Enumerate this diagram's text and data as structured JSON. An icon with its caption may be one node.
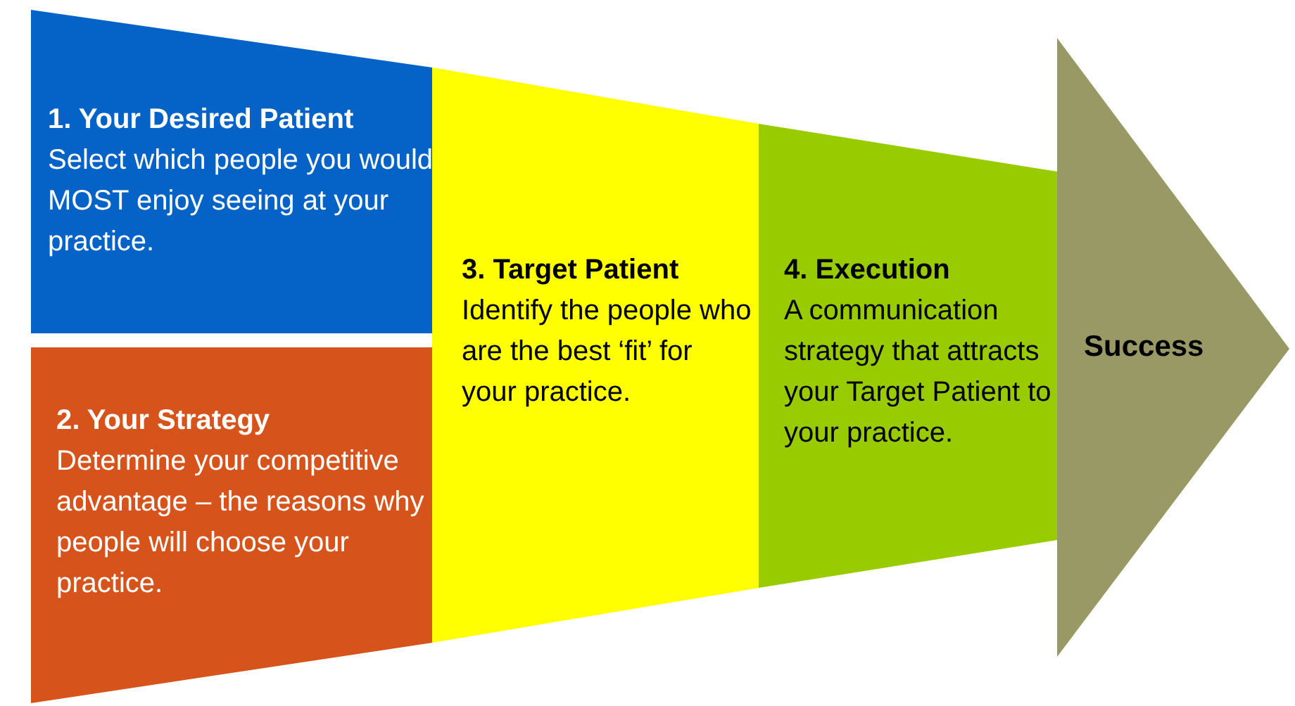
{
  "diagram": {
    "nodes": [
      {
        "text": [
          "1. Your Desired Patient",
          "Select which people you would MOST enjoy seeing at your practice."
        ]
      },
      {
        "text": [
          "2. Your Strategy",
          "Determine your competitive advantage – the reasons why people will choose your practice."
        ]
      },
      {
        "text": [
          "3. Target Patient",
          "Identify the people who are the best ‘fit’ for your practice."
        ]
      },
      {
        "text": [
          "4. Execution",
          "A communication strategy that attracts your Target Patient to your practice."
        ]
      },
      {
        "text": [
          "Success"
        ]
      }
    ]
  }
}
